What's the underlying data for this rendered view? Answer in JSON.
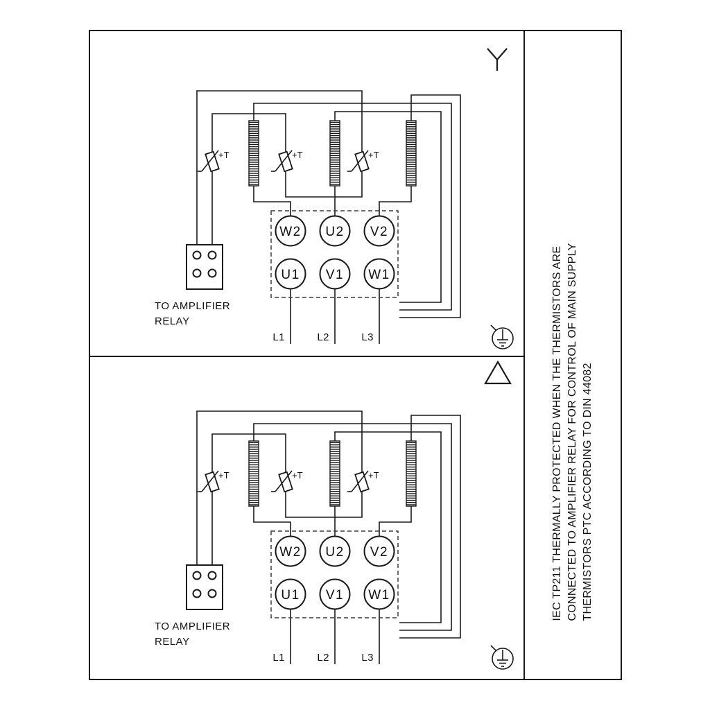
{
  "colors": {
    "ink": "#1a1a1a",
    "background": "#ffffff"
  },
  "sidebar": {
    "note_lines": [
      "IEC TP211 THERMALLY PROTECTED WHEN THE THERMISTORS ARE",
      "CONNECTED TO AMPLIFIER RELAY FOR CONTROL OF MAIN SUPPLY",
      "THERMISTORS PTC ACCORDING TO DIN 44082"
    ]
  },
  "panel": {
    "thermistor_label": "+T",
    "terminals": {
      "top": [
        "W2",
        "U2",
        "V2"
      ],
      "bottom": [
        "U1",
        "V1",
        "W1"
      ]
    },
    "relay_caption": [
      "TO AMPLIFIER",
      "RELAY"
    ],
    "supply": [
      "L1",
      "L2",
      "L3"
    ]
  }
}
